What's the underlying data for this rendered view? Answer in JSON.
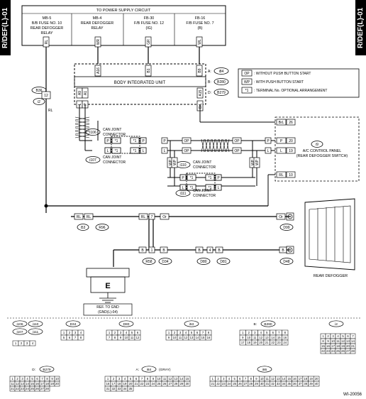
{
  "page_tag": "R/DEF(L)-01",
  "diagram_id": "WI-20056",
  "power_circuit": {
    "title": "TO POWER SUPPLY CIRCUIT",
    "boxes": [
      {
        "lines": [
          "MB-5",
          "B/B FUSE NO. 10",
          "REAR DEFOGGER",
          "RELAY"
        ]
      },
      {
        "lines": [
          "MB-4",
          "REAR DEFOGGER",
          "RELAY"
        ]
      },
      {
        "lines": [
          "FB-30",
          "F/B FUSE NO. 12",
          "(IG)"
        ]
      },
      {
        "lines": [
          "FB-16",
          "F/B FUSE NO. 7",
          "(B)"
        ]
      }
    ],
    "wire_colors": [
      "RL",
      "WR",
      "GR",
      "WL"
    ]
  },
  "biu": {
    "title": "BODY INTEGRATED UNIT",
    "top_pins": [
      "A16",
      "B1",
      "B9",
      "A18"
    ],
    "bottom_pins": [
      "A9",
      "A1",
      "D10",
      "A15",
      "A16"
    ],
    "bottom_colors": [
      "L",
      "P",
      "BrL"
    ],
    "connectors": [
      "A: i84",
      "B: B280",
      "D: B279"
    ]
  },
  "legend": [
    {
      "key": "OP",
      "text": ": WITHOUT PUSH BUTTON START"
    },
    {
      "key": "WP",
      "text": ": WITH PUSH BUTTON START"
    },
    {
      "key": "*1",
      "text": ": TERMINAL No. OPTIONAL ARRANGEMENT"
    }
  ],
  "can_connectors": [
    {
      "id": "i106",
      "label": [
        "CAN JOINT",
        "CONNECTOR"
      ]
    },
    {
      "id": "i107",
      "label": [
        "CAN JOINT",
        "CONNECTOR"
      ]
    },
    {
      "id": "i110",
      "label": [
        "CAN JOINT",
        "CONNECTOR"
      ]
    },
    {
      "id": "i111",
      "label": [
        "CAN JOINT",
        "CONNECTOR"
      ]
    }
  ],
  "ac_panel": {
    "id": "i9",
    "lines": [
      "A/C CONTROL PANEL",
      "(REAR DEFOGGER SWITCH)"
    ],
    "pins": [
      "26",
      "20",
      "19",
      "10"
    ],
    "colors": [
      "BrL",
      "P",
      "L",
      "RL"
    ]
  },
  "left_conn": {
    "id1": "B36",
    "id2": "i2",
    "pin": "12",
    "color": "RL"
  },
  "harness": {
    "i53": "i53",
    "r96": "R96",
    "r58": "R58",
    "d34": "D34",
    "d80": "D80",
    "d81": "D81",
    "d99": "D99",
    "d48": "D48",
    "pin7": "7",
    "pin1": "1",
    "pin4": "4",
    "colors": [
      "RL",
      "RL",
      "Or",
      "Or",
      "B",
      "B",
      "B",
      "B",
      "B",
      "RL",
      "Or",
      "B"
    ]
  },
  "ground": {
    "symbol": "E",
    "lines": [
      "REF. TO GND",
      "(GND(L)-04)"
    ]
  },
  "rear_defogger": "REAR DEFOGGER",
  "labels_misc": {
    "op": "OP",
    "wp": "WP",
    "star1": "*1",
    "gray": "(GRAY)"
  },
  "conn_diagrams": {
    "c1": {
      "ids": [
        "i106",
        "i110",
        "i107",
        "i111"
      ],
      "pins": [
        "1",
        "2",
        "3",
        "4"
      ]
    },
    "c2": {
      "id": "D34",
      "pins": [
        "1",
        "2",
        "3",
        "4",
        "5",
        "6",
        "7",
        "8"
      ]
    },
    "c3": {
      "id": "D80",
      "pins": [
        "1",
        "2",
        "3",
        "4",
        "5",
        "6",
        "7",
        "8",
        "9",
        "10",
        "11",
        "12"
      ]
    },
    "c4": {
      "id": "i53",
      "pins": [
        "1",
        "2",
        "3",
        "4",
        "5",
        "6",
        "7",
        "8",
        "9",
        "10",
        "11",
        "12",
        "13",
        "14",
        "15",
        "16"
      ]
    },
    "c5": {
      "prefix": "B:",
      "id": "B280",
      "pins": [
        "1",
        "2",
        "3",
        "4",
        "5",
        "6",
        "7",
        "8",
        "9",
        "10",
        "11",
        "12",
        "13",
        "14",
        "15",
        "16",
        "17",
        "18",
        "19",
        "20",
        "21",
        "22",
        "23",
        "24"
      ]
    },
    "c6": {
      "id": "i2",
      "pins": [
        "1",
        "2",
        "3",
        "4",
        "5",
        "6",
        "7",
        "8",
        "9",
        "10",
        "11",
        "12",
        "13",
        "14",
        "15",
        "16",
        "17",
        "18",
        "19",
        "20",
        "21",
        "22",
        "23",
        "24",
        "25",
        "26",
        "27",
        "28"
      ]
    },
    "c7": {
      "prefix": "D:",
      "id": "B279",
      "pins": [
        "1",
        "2",
        "3",
        "4",
        "5",
        "6",
        "7",
        "8",
        "9",
        "10",
        "11",
        "12",
        "13",
        "14",
        "15",
        "16",
        "17",
        "18",
        "19",
        "20",
        "21",
        "22",
        "23",
        "24",
        "25",
        "26",
        "27",
        "28"
      ]
    },
    "c8": {
      "prefix": "A:",
      "id": "i84",
      "suffix": "(GRAY)",
      "pins": [
        "1",
        "2",
        "3",
        "4",
        "5",
        "6",
        "7",
        "8",
        "9",
        "10",
        "11",
        "12",
        "13",
        "14",
        "15",
        "16",
        "17",
        "18",
        "19",
        "20",
        "21",
        "22",
        "23",
        "24",
        "25",
        "26",
        "27",
        "28",
        "29",
        "30",
        "31",
        "32",
        "33",
        "34",
        "35"
      ]
    },
    "c9": {
      "id": "i86",
      "pins": [
        "1",
        "2",
        "3",
        "4",
        "5",
        "6",
        "7",
        "8",
        "9",
        "10",
        "11",
        "12",
        "13",
        "14",
        "15",
        "16",
        "17",
        "18",
        "19",
        "20",
        "21",
        "22",
        "23",
        "24",
        "25",
        "26",
        "27",
        "28",
        "29",
        "30",
        "31",
        "32",
        "33",
        "34",
        "35",
        "36",
        "37",
        "38",
        "39",
        "40"
      ]
    }
  }
}
